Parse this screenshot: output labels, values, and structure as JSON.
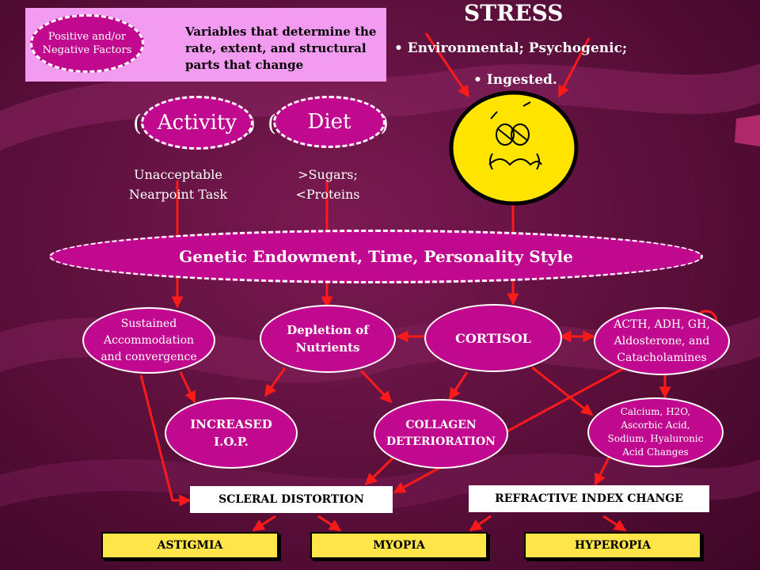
{
  "colors": {
    "background": "#5a0f3a",
    "node_fill": "#c0098f",
    "arrow": "#ff1a1a",
    "legend_box": "#f29bf0",
    "stress_face": "#ffe400",
    "outcome_box": "#ffe44a"
  },
  "legend": {
    "oval_label": "Positive and/or\nNegative Factors",
    "description": "Variables that determine the\nrate, extent, and structural\nparts that change"
  },
  "stress": {
    "title": "STRESS",
    "line1": "• Environmental;  Psychogenic;",
    "line2": "• Ingested.",
    "face_icon": "angry-face-icon"
  },
  "factors": {
    "activity": {
      "label": "Activity",
      "note": "Unacceptable\nNearpoint Task"
    },
    "diet": {
      "label": "Diet",
      "note": ">Sugars;\n<Proteins"
    }
  },
  "modifier": "Genetic Endowment, Time, Personality Style",
  "mechanisms": {
    "accommodation": "Sustained\nAccommodation\nand convergence",
    "nutrients": "Depletion of\nNutrients",
    "cortisol": "CORTISOL",
    "hormones": "ACTH, ADH, GH,\nAldosterone, and\nCatacholamines",
    "iop": "INCREASED\nI.O.P.",
    "collagen": "COLLAGEN\nDETERIORATION",
    "chemistry": "Calcium, H2O,\nAscorbic Acid,\nSodium, Hyaluronic\nAcid Changes"
  },
  "changes": {
    "scleral": "SCLERAL DISTORTION",
    "refractive": "REFRACTIVE INDEX CHANGE"
  },
  "outcomes": {
    "astigmia": "ASTIGMIA",
    "myopia": "MYOPIA",
    "hyperopia": "HYPEROPIA"
  }
}
